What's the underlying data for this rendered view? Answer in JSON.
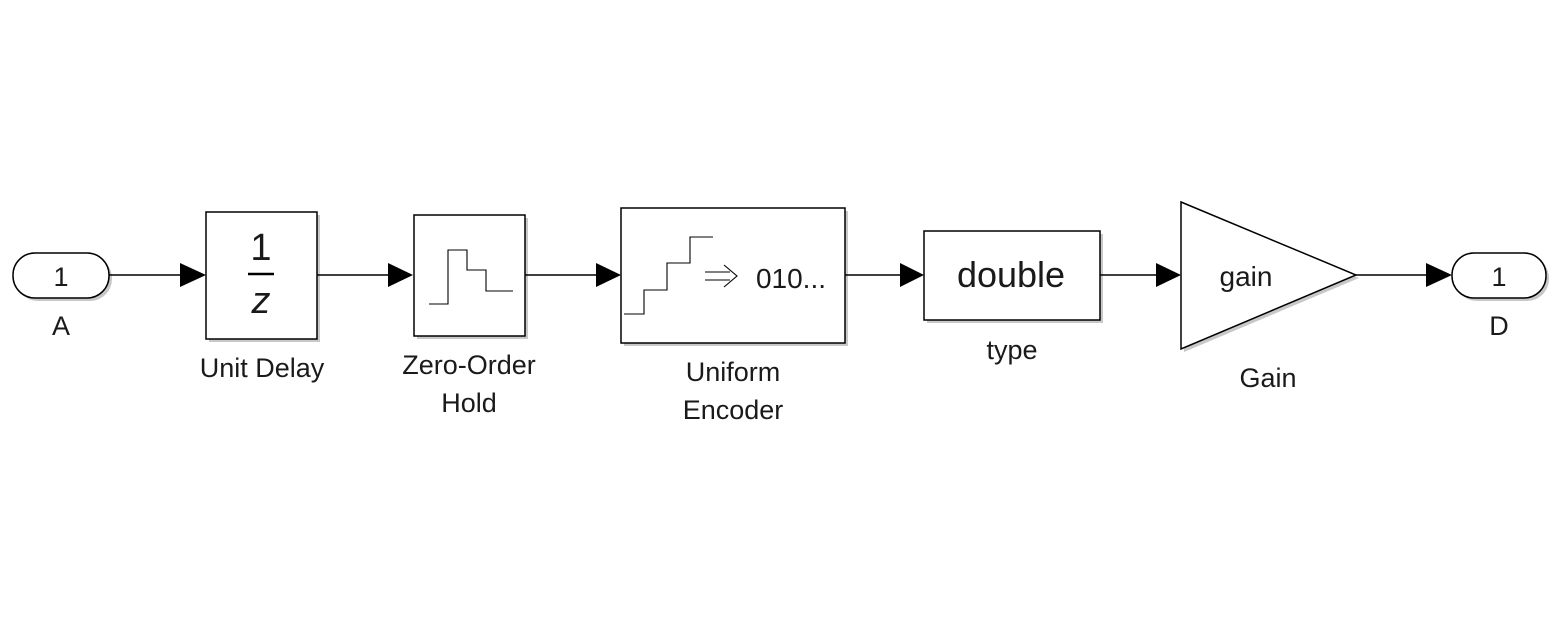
{
  "diagram": {
    "inport": {
      "number": "1",
      "name": "A"
    },
    "outport": {
      "number": "1",
      "name": "D"
    },
    "blocks": {
      "unit_delay": {
        "numerator": "1",
        "denominator": "z",
        "name": "Unit Delay"
      },
      "zero_order_hold": {
        "name_line1": "Zero-Order",
        "name_line2": "Hold"
      },
      "uniform_encoder": {
        "output_text": "010...",
        "name_line1": "Uniform",
        "name_line2": "Encoder"
      },
      "type_conversion": {
        "text": "double",
        "name": "type"
      },
      "gain": {
        "text": "gain",
        "name": "Gain"
      }
    }
  }
}
